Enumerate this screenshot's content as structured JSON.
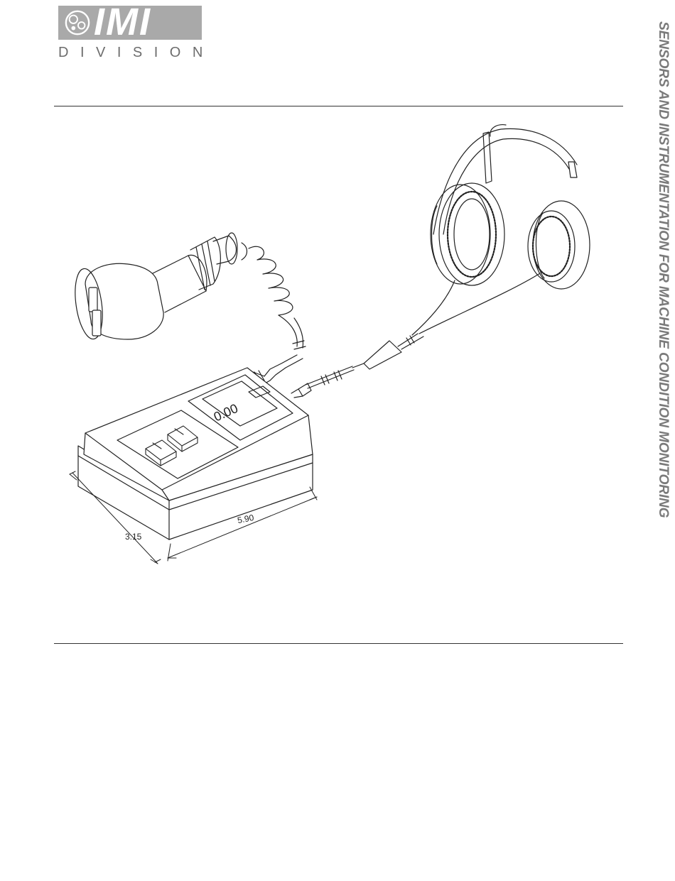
{
  "header": {
    "logo_text": "IMI",
    "logo_subtitle": "DIVISION"
  },
  "side_title": "SENSORS AND INSTRUMENTATION FOR MACHINE CONDITION MONITORING",
  "figure": {
    "dimension_width": "5.90",
    "dimension_depth": "3.15",
    "display_reading": "0.00"
  }
}
